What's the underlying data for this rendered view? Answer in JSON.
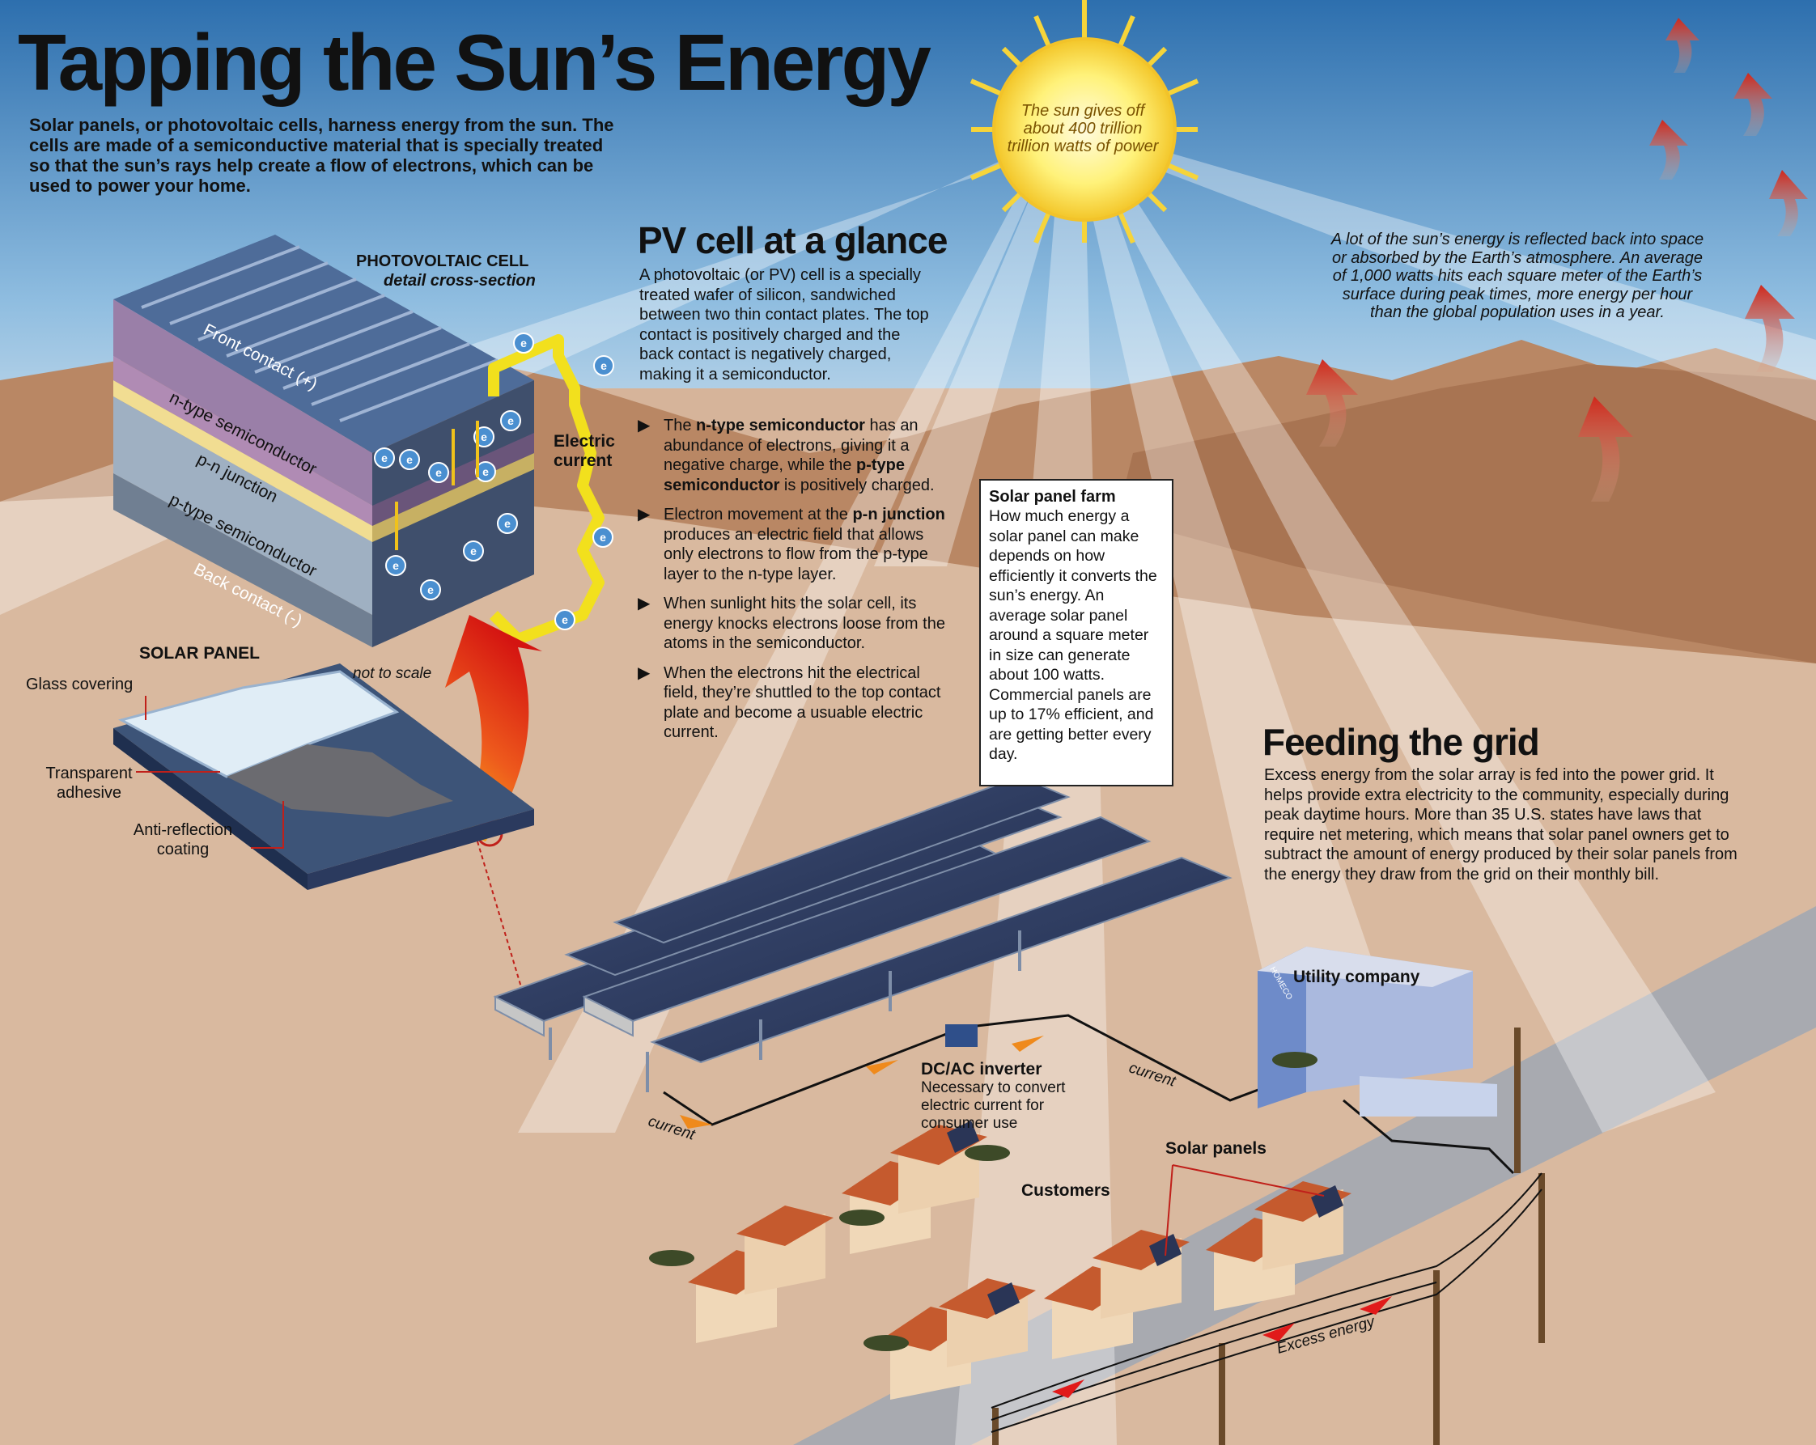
{
  "title": "Tapping the Sun’s Energy",
  "intro": "Solar panels, or photovoltaic cells, harness energy from the sun. The cells are made of a semiconductive material that is specially treated so that the sun’s rays help create a flow of electrons, which can be used to power your home.",
  "sun_caption": "The sun gives off about 400 trillion trillion watts of power",
  "reflect_text": "A lot of the sun’s energy is reflected back into space or absorbed by the Earth’s atmosphere. An average of 1,000 watts hits each square meter of the Earth’s surface during peak times, more energy per hour than the global population uses in a year.",
  "pv_cell": {
    "label": "PHOTOVOLTAIC CELL",
    "sublabel": "detail cross-section",
    "layers": [
      "Front contact (+)",
      "n-type semiconductor",
      "p-n junction",
      "p-type semiconductor",
      "Back contact (-)"
    ],
    "electric_current_label": "Electric current",
    "electron_symbol": "e",
    "not_to_scale": "not to scale"
  },
  "solar_panel": {
    "label": "SOLAR PANEL",
    "glass": "Glass covering",
    "adhesive": "Transparent adhesive",
    "coating": "Anti-reflection coating"
  },
  "pv_glance": {
    "heading": "PV cell at a glance",
    "paragraph": "A photovoltaic (or PV) cell is a specially treated wafer of silicon, sandwiched between two thin contact plates. The top contact is positively charged and the back contact is negatively charged, making it a semiconductor.",
    "b1_pre": "The ",
    "b1_bold1": "n-type semiconductor",
    "b1_mid": " has an abundance of electrons, giving it a negative charge, while the ",
    "b1_bold2": "p-type semiconductor",
    "b1_post": " is positively charged.",
    "b2_pre": "Electron movement at the ",
    "b2_bold": "p-n junction",
    "b2_post": " produces an electric field that allows only electrons to flow from the p-type layer to the n-type layer.",
    "b3": "When sunlight hits the solar cell, its energy knocks electrons loose from the atoms in the semiconductor.",
    "b4": "When the electrons hit the electrical field, they’re shuttled to the top contact plate and become a usuable electric current."
  },
  "farm": {
    "heading": "Solar panel farm",
    "text": "How much energy a solar panel can make depends on how efficiently it converts the sun’s energy. An average solar panel around a square meter in size can generate about 100 watts. Commercial panels are up to 17% efficient, and are getting better every day."
  },
  "grid": {
    "heading": "Feeding the grid",
    "text": "Excess energy from the solar array is fed into the power grid. It helps provide extra electricity to the community, especially during peak daytime hours. More than 35 U.S. states have laws that require net metering, which means that solar panel owners get to subtract the amount of energy produced by their solar panels from the energy they draw from the grid on their monthly bill."
  },
  "inverter": {
    "label": "DC/AC inverter",
    "text": "Necessary to convert electric current for consumer use"
  },
  "labels": {
    "current": "current",
    "utility": "Utility company",
    "solar_panels": "Solar panels",
    "customers": "Customers",
    "excess": "Excess energy",
    "sign": "HOMECO"
  }
}
